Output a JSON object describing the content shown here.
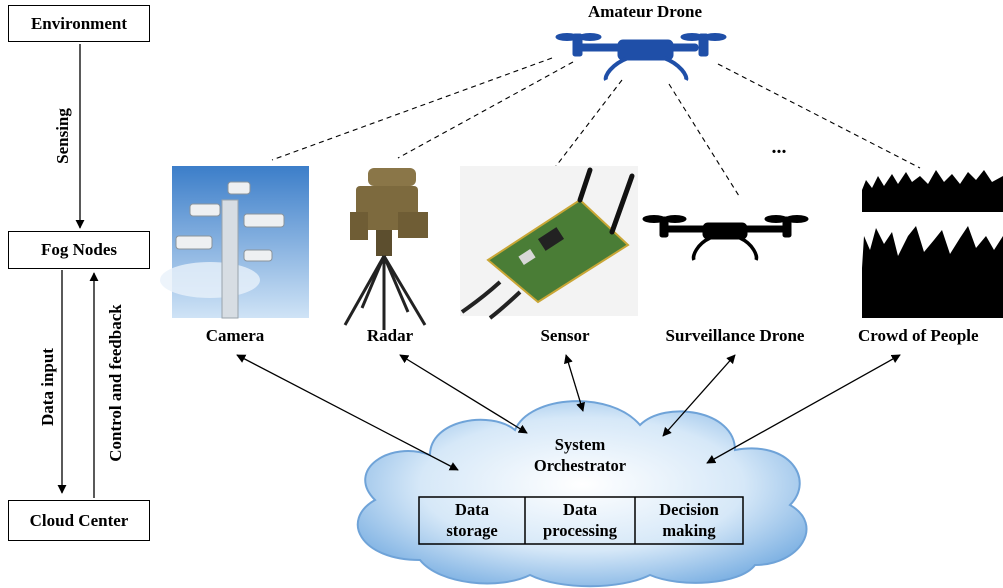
{
  "left_flow": {
    "environment": "Environment",
    "fog_nodes": "Fog Nodes",
    "cloud_center": "Cloud Center",
    "sensing": "Sensing",
    "data_input": "Data input",
    "control_feedback": "Control and feedback"
  },
  "threat": {
    "label": "Amateur Drone",
    "color": "#1f4fa8"
  },
  "entities": [
    {
      "id": "camera",
      "label": "Camera"
    },
    {
      "id": "radar",
      "label": "Radar"
    },
    {
      "id": "sensor",
      "label": "Sensor"
    },
    {
      "id": "surveillance",
      "label": "Surveillance Drone"
    },
    {
      "id": "crowd",
      "label": "Crowd of People"
    }
  ],
  "ellipsis": "...",
  "orchestrator": {
    "title_line1": "System",
    "title_line2": "Orchestrator",
    "cells": [
      {
        "line1": "Data",
        "line2": "storage"
      },
      {
        "line1": "Data",
        "line2": "processing"
      },
      {
        "line1": "Decision",
        "line2": "making"
      }
    ],
    "cloud_color": "#a9cdf0"
  }
}
